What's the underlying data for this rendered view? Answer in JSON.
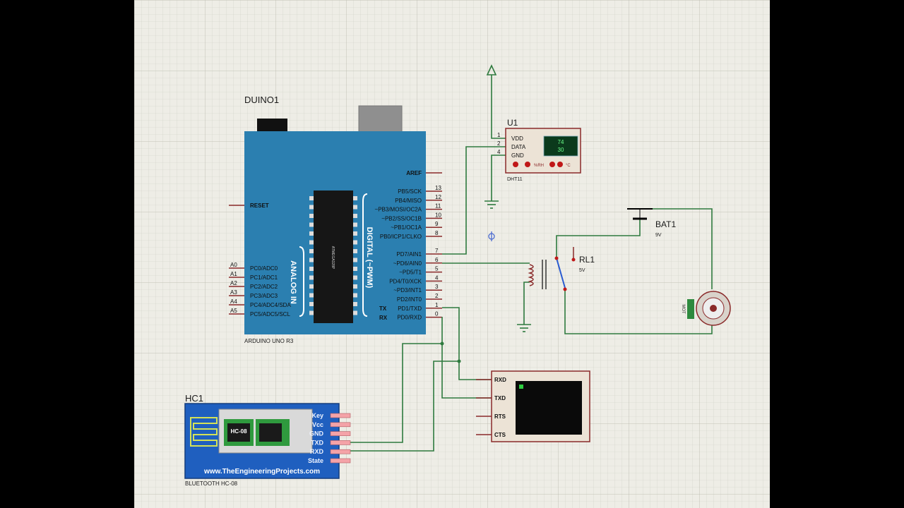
{
  "arduino": {
    "ref": "DUINO1",
    "name": "ARDUINO UNO R3",
    "reset_label": "RESET",
    "aref_label": "AREF",
    "analog_side": "ANALOG IN",
    "digital_side": "DIGITAL (~PWM)",
    "chip_text": "ATMEGA328P",
    "analog_pins": [
      "A0",
      "A1",
      "A2",
      "A3",
      "A4",
      "A5"
    ],
    "analog_labels": [
      "PC0/ADC0",
      "PC1/ADC1",
      "PC2/ADC2",
      "PC3/ADC3",
      "PC4/ADC4/SDA",
      "PC5/ADC5/SCL"
    ],
    "digital_top_labels": [
      "PB5/SCK",
      "PB4/MISO",
      "~PB3/MOSI/OC2A",
      "~PB2/SS/OC1B",
      "~PB1/OC1A",
      "PB0/ICP1/CLKO"
    ],
    "digital_top_nums": [
      "13",
      "12",
      "11",
      "10",
      "9",
      "8"
    ],
    "digital_bottom_labels": [
      "PD7/AIN1",
      "~PD6/AIN0",
      "~PD5/T1",
      "PD4/T0/XCK",
      "~PD3/INT1",
      "PD2/INT0",
      "PD1/TXD",
      "PD0/RXD"
    ],
    "digital_bottom_nums": [
      "7",
      "6",
      "5",
      "4",
      "3",
      "2",
      "1",
      "0"
    ],
    "tx_label": "TX",
    "rx_label": "RX"
  },
  "sensor": {
    "ref": "U1",
    "name": "DHT11",
    "pins": [
      "VDD",
      "DATA",
      "GND"
    ],
    "pin_nums": [
      "1",
      "2",
      "4"
    ],
    "lcd_line1": "74",
    "lcd_line2": "30",
    "rh_label": "%RH",
    "c_label": "°C"
  },
  "battery": {
    "ref": "BAT1",
    "value": "9V"
  },
  "relay": {
    "ref": "RL1",
    "value": "5V"
  },
  "motor": {
    "label": "MOT"
  },
  "terminal": {
    "pins": [
      "RXD",
      "TXD",
      "RTS",
      "CTS"
    ]
  },
  "bluetooth": {
    "ref": "HC1",
    "name": "BLUETOOTH HC-08",
    "chip_label": "HC-08",
    "website": "www.TheEngineeringProjects.com",
    "pins": [
      "Key",
      "Vcc",
      "GND",
      "TXD",
      "RXD",
      "State"
    ]
  },
  "colors": {
    "grid_bg": "#eeede6",
    "arduino_blue": "#2b7fb0",
    "wire_green": "#2e7a3e",
    "pin_red": "#8a2a2a",
    "bt_blue": "#1f5fbf"
  }
}
